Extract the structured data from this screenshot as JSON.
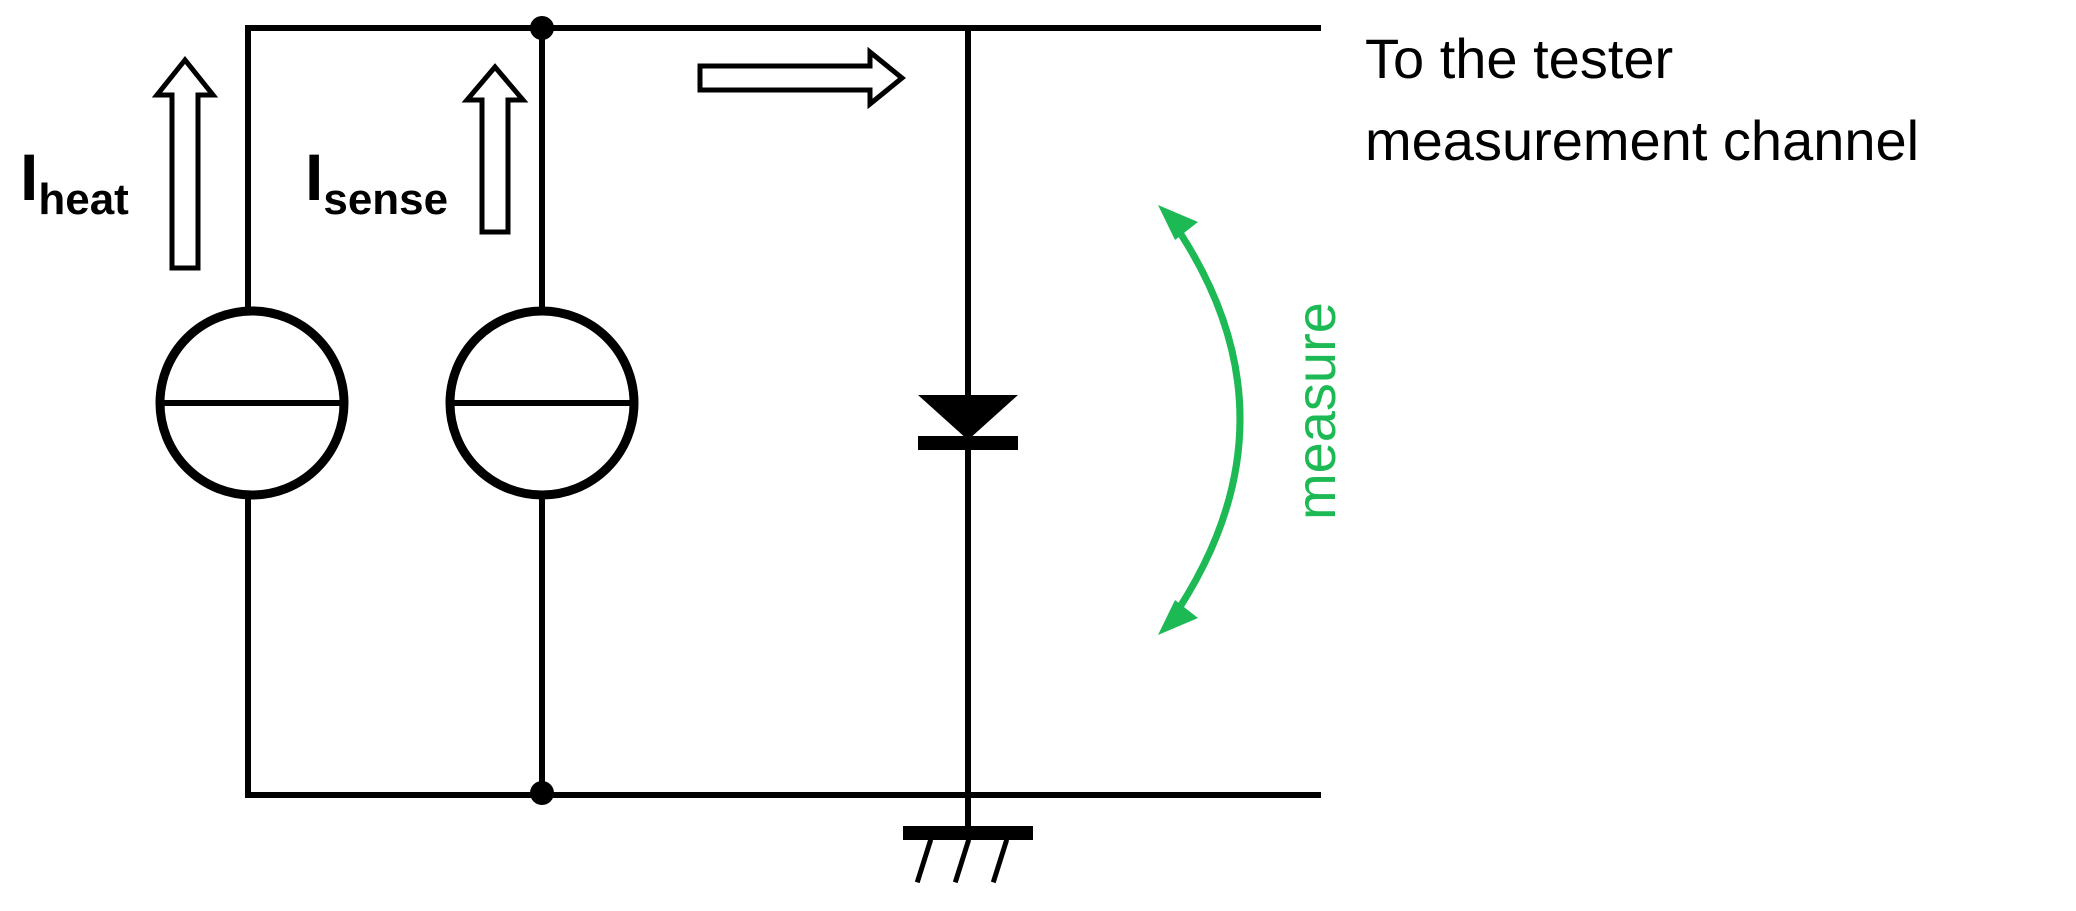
{
  "diagram": {
    "current_labels": {
      "heat": {
        "symbol": "I",
        "subscript": "heat"
      },
      "sense": {
        "symbol": "I",
        "subscript": "sense"
      }
    },
    "output_label": {
      "line1": "To the tester",
      "line2": "measurement channel"
    },
    "measure_label": "measure",
    "colors": {
      "wire": "#000000",
      "measure_arrow": "#1db954"
    }
  }
}
